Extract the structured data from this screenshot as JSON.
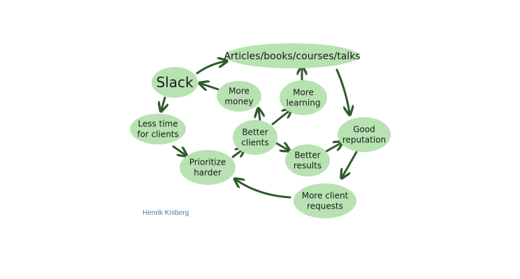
{
  "diagram": {
    "nodes": [
      {
        "id": "articles",
        "lines": [
          "Articles/books/courses/talks"
        ]
      },
      {
        "id": "slack",
        "lines": [
          "Slack"
        ]
      },
      {
        "id": "more_money",
        "lines": [
          "More",
          "money"
        ]
      },
      {
        "id": "more_learning",
        "lines": [
          "More",
          "learning"
        ]
      },
      {
        "id": "less_time",
        "lines": [
          "Less time",
          "for clients"
        ]
      },
      {
        "id": "better_clients",
        "lines": [
          "Better",
          "clients"
        ]
      },
      {
        "id": "good_reputation",
        "lines": [
          "Good",
          "reputation"
        ]
      },
      {
        "id": "prioritize",
        "lines": [
          "Prioritize",
          "harder"
        ]
      },
      {
        "id": "better_results",
        "lines": [
          "Better",
          "results"
        ]
      },
      {
        "id": "client_requests",
        "lines": [
          "More client",
          "requests"
        ]
      }
    ],
    "edges": [
      {
        "from": "slack",
        "to": "articles"
      },
      {
        "from": "articles",
        "to": "good_reputation"
      },
      {
        "from": "more_money",
        "to": "slack"
      },
      {
        "from": "better_clients",
        "to": "more_money"
      },
      {
        "from": "better_clients",
        "to": "more_learning"
      },
      {
        "from": "more_learning",
        "to": "articles"
      },
      {
        "from": "slack",
        "to": "less_time"
      },
      {
        "from": "less_time",
        "to": "prioritize"
      },
      {
        "from": "prioritize",
        "to": "better_clients"
      },
      {
        "from": "better_clients",
        "to": "better_results"
      },
      {
        "from": "better_results",
        "to": "good_reputation"
      },
      {
        "from": "good_reputation",
        "to": "client_requests"
      },
      {
        "from": "client_requests",
        "to": "prioritize"
      }
    ],
    "credit": "Henrik Kniberg",
    "colors": {
      "node_fill": "#b8e2b2",
      "arrow": "#2f5b2c",
      "text": "#1a1a1a",
      "credit": "#4a78b0"
    }
  }
}
